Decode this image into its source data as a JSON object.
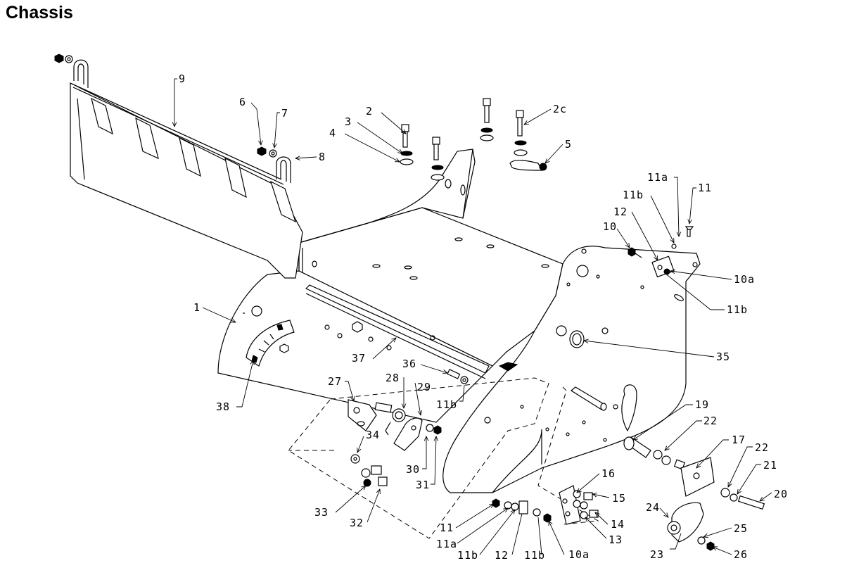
{
  "title": "Chassis",
  "callouts": {
    "c1": "1",
    "c2": "2",
    "c2c": "2c",
    "c3": "3",
    "c4": "4",
    "c5": "5",
    "c6": "6",
    "c7": "7",
    "c8": "8",
    "c9": "9",
    "c10_top": "10",
    "c10a_top": "10a",
    "c11_top": "11",
    "c11a_top": "11a",
    "c11b_top_a": "11b",
    "c11b_top_b": "11b",
    "c12_top": "12",
    "c13": "13",
    "c14": "14",
    "c15": "15",
    "c16": "16",
    "c17": "17",
    "c19": "19",
    "c20": "20",
    "c21": "21",
    "c22_a": "22",
    "c22_b": "22",
    "c23": "23",
    "c24": "24",
    "c25": "25",
    "c26": "26",
    "c27": "27",
    "c28": "28",
    "c29": "29",
    "c30": "30",
    "c31": "31",
    "c32": "32",
    "c33": "33",
    "c34": "34",
    "c35": "35",
    "c36": "36",
    "c37": "37",
    "c38": "38",
    "c10a_bot": "10a",
    "c11_bot": "11",
    "c11a_bot": "11a",
    "c11b_bot_a": "11b",
    "c11b_bot_b": "11b",
    "c12_bot": "12",
    "c11b_mid": "11b"
  }
}
